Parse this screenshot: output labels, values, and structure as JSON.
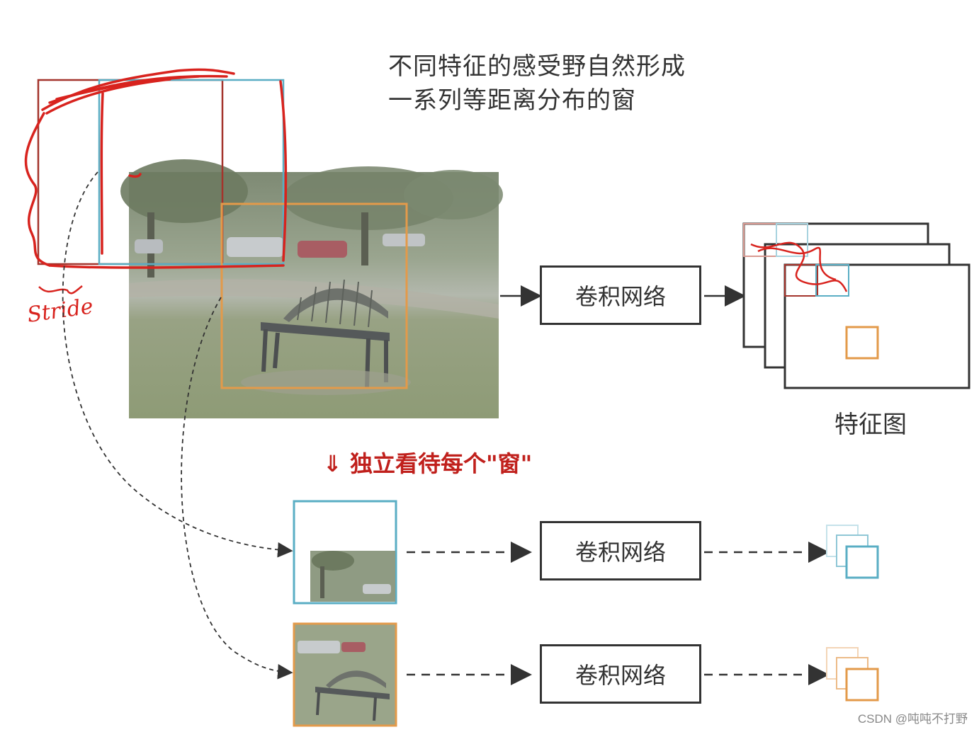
{
  "title": {
    "line1": "不同特征的感受野自然形成",
    "line2": "一系列等距离分布的窗"
  },
  "conv_label": "卷积网络",
  "feature_map_label": "特征图",
  "independent_heading": "⇓ 独立看待每个\"窗\"",
  "annotation": "Stride",
  "watermark": "CSDN @吨吨不打野",
  "colors": {
    "red_ink": "#d8231e",
    "cyan_window": "#5aaec4",
    "orange_window": "#e39a4a",
    "dark_red_frame": "#a4342c",
    "box_stroke": "#333333",
    "heading_red": "#c0201c",
    "photo_overlay": "#9aa08a"
  },
  "icons": [
    "arrow-right-icon",
    "dashed-arrow-icon",
    "feature-stack-icon"
  ]
}
